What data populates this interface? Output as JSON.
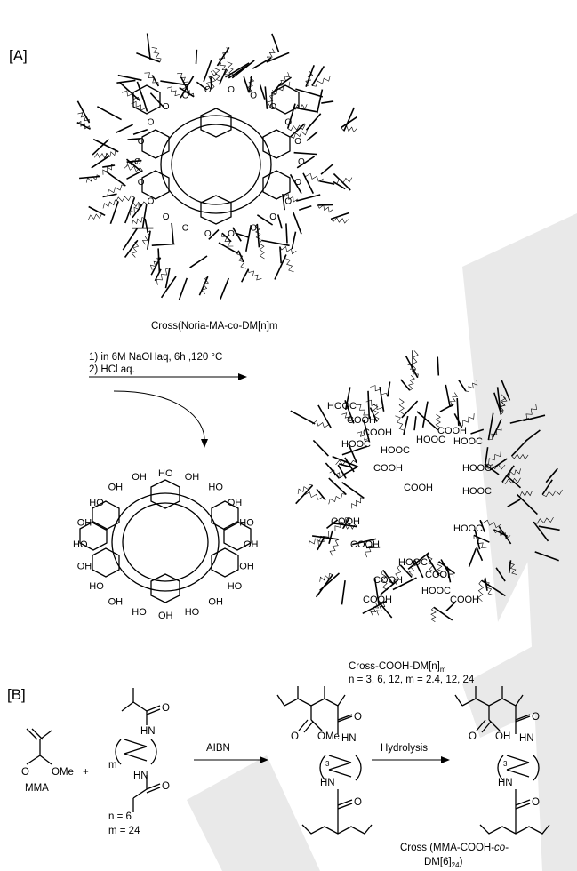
{
  "watermark": {
    "color": "#e8e8e8"
  },
  "panels": {
    "a": "[A]",
    "b": "[B]"
  },
  "scheme_a": {
    "top_caption": "Cross(Noria-MA-co-DM[n]m",
    "condition_1": "1) in 6M NaOHaq, 6h ,120 °C",
    "condition_2": "2) HCl aq.",
    "product_caption": "Cross-COOH-DM[n]",
    "product_caption_sub": "m",
    "product_params": "n = 3, 6, 12, m = 2.4, 12, 24",
    "oh_labels": [
      "HO",
      "OH",
      "HO",
      "OH",
      "HO",
      "OH",
      "OH",
      "HO",
      "OH",
      "HO",
      "OH",
      "HO",
      "OH",
      "HO",
      "OH",
      "HO",
      "OH",
      "HO",
      "OH",
      "OH"
    ],
    "cooh_labels": [
      "HOOC",
      "COOH",
      "COOH",
      "HOOC",
      "HOOC",
      "HOOC",
      "COOH",
      "HOOC",
      "COOH",
      "HOOC",
      "COOH",
      "HOOC",
      "COOH",
      "HOOC",
      "COOH",
      "HOOC",
      "COOH",
      "COOH",
      "HOOC",
      "COOH",
      "COOH"
    ]
  },
  "scheme_b": {
    "mma_label": "MMA",
    "ester_label": "OMe",
    "plus": "+",
    "m_label": "m",
    "n_eq": "n = 6",
    "m_eq": "m = 24",
    "reagent_1": "AIBN",
    "reagent_2": "Hydrolysis",
    "o_atom": "O",
    "hn_atom": "HN",
    "hn_atom_alt": "HN",
    "ome_polymer": "OMe",
    "oh_polymer": "OH",
    "three_sub": "3",
    "final_caption_1": "Cross (MMA-COOH-",
    "final_caption_co": "co",
    "final_caption_2": "-",
    "final_caption_3": "DM[6]",
    "final_caption_sub": "24",
    "final_caption_end": ")"
  }
}
